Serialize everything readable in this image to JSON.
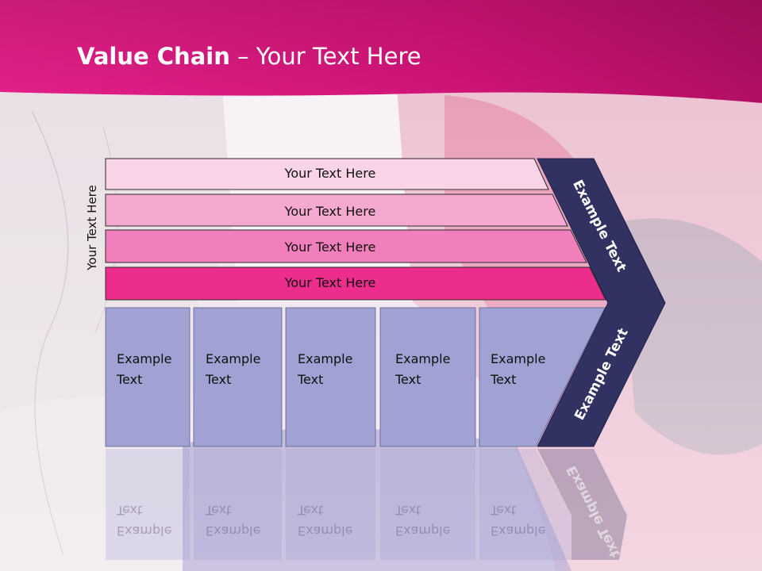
{
  "slide": {
    "title_bold": "Value Chain",
    "title_rest": " – Your Text Here",
    "side_label": "Your Text Here",
    "bars": [
      {
        "label": "Your Text Here"
      },
      {
        "label": "Your Text Here"
      },
      {
        "label": "Your Text Here"
      },
      {
        "label": "Your Text Here"
      }
    ],
    "boxes": [
      {
        "line1": "Example",
        "line2": "Text"
      },
      {
        "line1": "Example",
        "line2": "Text"
      },
      {
        "line1": "Example",
        "line2": "Text"
      },
      {
        "line1": "Example",
        "line2": "Text"
      },
      {
        "line1": "Example",
        "line2": "Text"
      }
    ],
    "chevron_upper": "Example Text",
    "chevron_lower": "Example Text"
  },
  "colors": {
    "header": "#d81b7d",
    "bar1": "#f9d3e7",
    "bar2": "#f6a9d0",
    "bar3": "#f17fbb",
    "bar4": "#ec2d8c",
    "boxes": "#9fa2d2",
    "chevron": "#313162"
  }
}
